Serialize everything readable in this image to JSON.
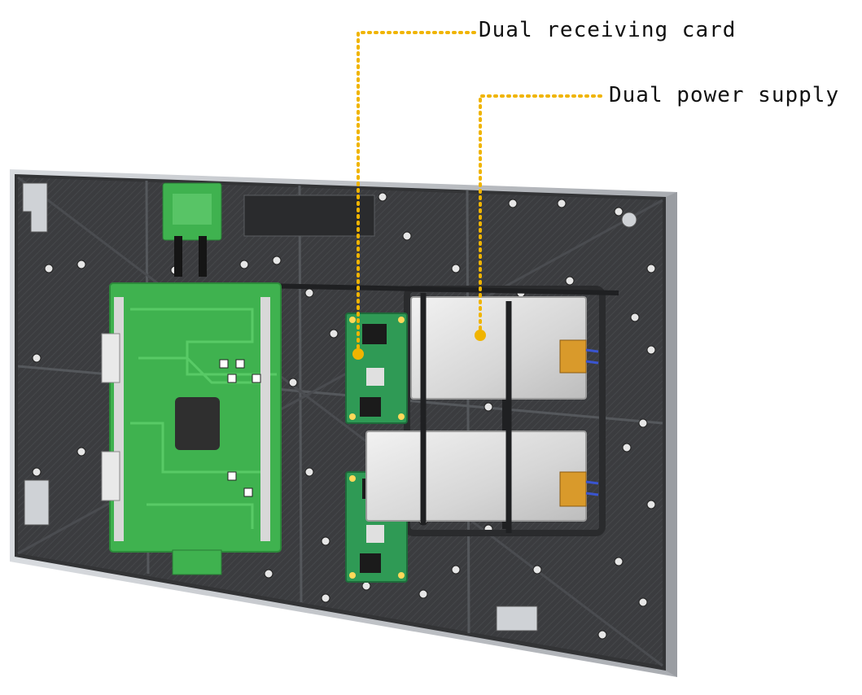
{
  "callouts": [
    {
      "label": "Dual receiving card"
    },
    {
      "label": "Dual power supply"
    }
  ],
  "colors": {
    "background": "#ffffff",
    "callout_line": "#f0b400",
    "cabinet_dark": "#3a3b3d",
    "cabinet_frame": "#c9ccd0",
    "hub_board_green": "#3fb24f",
    "receiving_card_green": "#2f9a55",
    "power_supply_silver": "#dcdcdc",
    "connector_orange": "#d99a2b"
  },
  "icons": [
    "led-cabinet-illustration",
    "hub-board",
    "receiving-card",
    "power-supply",
    "callout-dot"
  ]
}
